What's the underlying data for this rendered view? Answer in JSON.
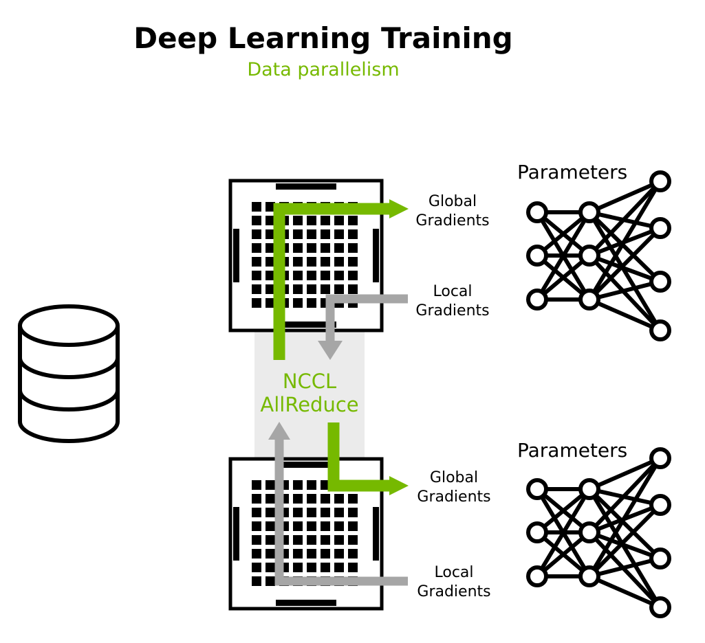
{
  "title": "Deep Learning Training",
  "subtitle": "Data parallelism",
  "colors": {
    "accent_green": "#76b900",
    "arrow_gray": "#a6a6a6",
    "allreduce_band": "#ebebeb",
    "ink": "#000000"
  },
  "icons": {
    "dataset": "database-icon",
    "gpu": "gpu-chip-icon",
    "network": "neural-network-icon"
  },
  "nccl": {
    "line1": "NCCL",
    "line2": "AllReduce"
  },
  "top": {
    "global": [
      "Global",
      "Gradients"
    ],
    "local": [
      "Local",
      "Gradients"
    ],
    "parameters": "Parameters"
  },
  "bottom": {
    "global": [
      "Global",
      "Gradients"
    ],
    "local": [
      "Local",
      "Gradients"
    ],
    "parameters": "Parameters"
  }
}
